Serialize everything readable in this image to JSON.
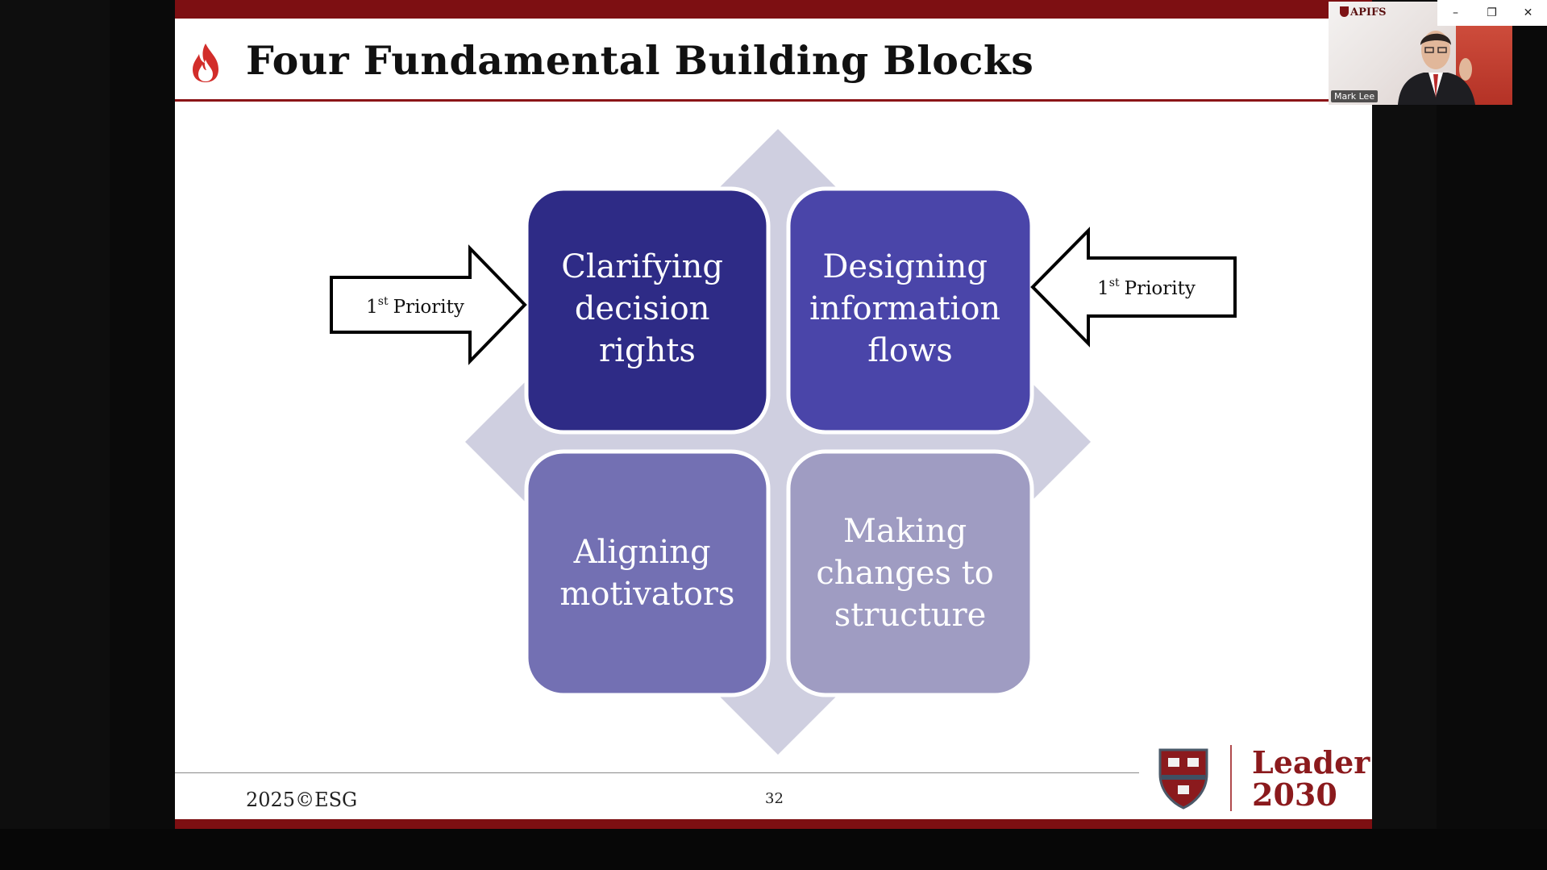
{
  "slide": {
    "title": "Four Fundamental Building Blocks",
    "blocks": [
      {
        "label": "Clarifying decision rights",
        "color": "#2e2b86"
      },
      {
        "label": "Designing information flows",
        "color": "#4a45a9"
      },
      {
        "label": "Aligning motivators",
        "color": "#7370b3"
      },
      {
        "label": "Making changes to structure",
        "color": "#9f9cc2"
      }
    ],
    "priority_left": {
      "number": "1",
      "suffix": "st",
      "word": "Priority"
    },
    "priority_right": {
      "number": "1",
      "suffix": "st",
      "word": "Priority"
    },
    "footer": {
      "copyright": "2025©ESG",
      "page_number": "32",
      "brand_line1": "Leader",
      "brand_line2": "2030"
    },
    "colors": {
      "accent": "#7d0f12",
      "diamond": "#cfcfe0"
    }
  },
  "video": {
    "logo_text": "APIFS",
    "participant_name": "Mark Lee"
  },
  "window_controls": {
    "minimize_symbol": "–",
    "restore_symbol": "❐",
    "close_symbol": "✕"
  }
}
